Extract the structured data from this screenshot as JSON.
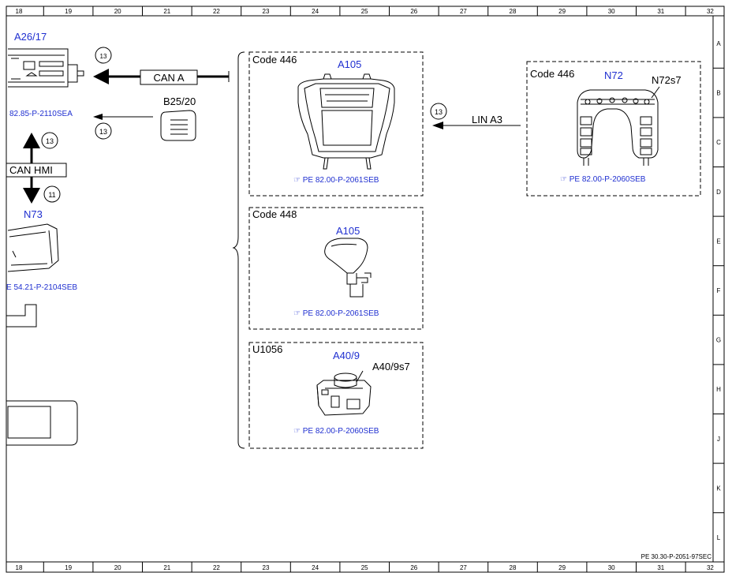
{
  "grid": {
    "columns": [
      "18",
      "19",
      "20",
      "21",
      "22",
      "23",
      "24",
      "25",
      "26",
      "27",
      "28",
      "29",
      "30",
      "31",
      "32"
    ],
    "rows": [
      "A",
      "B",
      "C",
      "D",
      "E",
      "F",
      "G",
      "H",
      "J",
      "K",
      "L"
    ]
  },
  "left_components": {
    "a26_17": {
      "label": "A26/17",
      "ref": "82.85-P-2110SEA"
    },
    "b25_20": {
      "label": "B25/20"
    },
    "n73": {
      "label": "N73",
      "ref": "E 54.21-P-2104SEB"
    },
    "can_a": "CAN A",
    "can_hmi": "CAN HMI",
    "circle_13a": "13",
    "circle_13b": "13",
    "circle_13c": "13",
    "circle_11": "11"
  },
  "boxes": [
    {
      "code": "Code 446",
      "component": "A105",
      "ref": "PE 82.00-P-2061SEB"
    },
    {
      "code": "Code 448",
      "component": "A105",
      "ref": "PE 82.00-P-2061SEB"
    },
    {
      "code": "U1056",
      "component": "A40/9",
      "sub": "A40/9s7",
      "ref": "PE 82.00-P-2060SEB"
    }
  ],
  "right_box": {
    "code": "Code 446",
    "component": "N72",
    "sub": "N72s7",
    "ref": "PE 82.00-P-2060SEB",
    "bus": "LIN A3",
    "circle": "13"
  },
  "doc_id": "PE 30.30-P-2051-97SEC",
  "colors": {
    "link": "#1f2fd0",
    "line": "#000000"
  }
}
